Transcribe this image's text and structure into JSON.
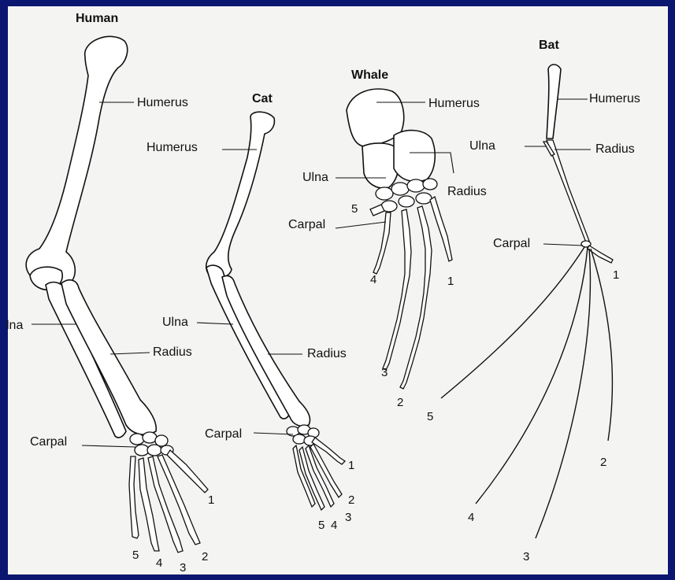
{
  "diagram": {
    "human": {
      "title": "Human",
      "labels": {
        "humerus": "Humerus",
        "ulna": "lna",
        "radius": "Radius",
        "carpal": "Carpal"
      },
      "digits": {
        "d1": "1",
        "d2": "2",
        "d3": "3",
        "d4": "4",
        "d5": "5"
      }
    },
    "cat": {
      "title": "Cat",
      "labels": {
        "humerus": "Humerus",
        "ulna": "Ulna",
        "radius": "Radius",
        "carpal": "Carpal"
      },
      "digits": {
        "d1": "1",
        "d2": "2",
        "d3": "3",
        "d4": "4",
        "d5": "5"
      }
    },
    "whale": {
      "title": "Whale",
      "labels": {
        "humerus": "Humerus",
        "ulna": "Ulna",
        "radius": "Radius",
        "carpal": "Carpal"
      },
      "digits": {
        "d1": "1",
        "d2": "2",
        "d3": "3",
        "d4": "4",
        "d5": "5"
      }
    },
    "bat": {
      "title": "Bat",
      "labels": {
        "humerus": "Humerus",
        "ulna": "Ulna",
        "radius": "Radius",
        "carpal": "Carpal"
      },
      "digits": {
        "d1": "1",
        "d2": "2",
        "d3": "3",
        "d4": "4",
        "d5": "5"
      }
    }
  },
  "colors": {
    "frame": "#0a1670",
    "panel": "#f4f4f2",
    "ink": "#111111"
  }
}
